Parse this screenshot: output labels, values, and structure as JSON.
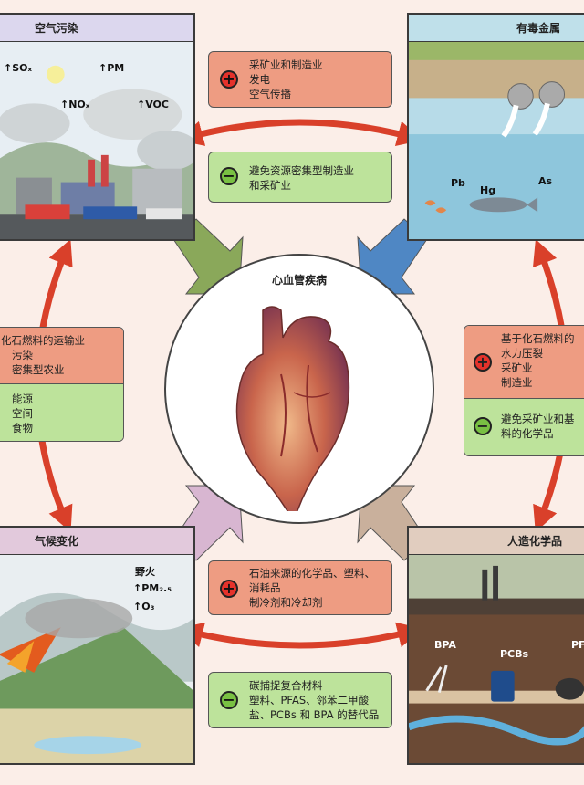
{
  "center": {
    "title": "心血管疾病"
  },
  "panels": {
    "air": {
      "title": "空气污染",
      "labels": [
        "↑SOₓ",
        "↑PM",
        "↑NOₓ",
        "↑VOC"
      ]
    },
    "metals": {
      "title": "有毒金属",
      "labels": [
        "Pb",
        "Hg",
        "As"
      ]
    },
    "climate": {
      "title": "气候变化",
      "labels": [
        "野火",
        "↑PM₂.₅",
        "↑O₃"
      ]
    },
    "chemicals": {
      "title": "人造化学品",
      "labels": [
        "BPA",
        "PCBs",
        "PFA"
      ]
    }
  },
  "boxes": {
    "top_plus": {
      "sign": "+",
      "lines": [
        "采矿业和制造业",
        "发电",
        "空气传播"
      ]
    },
    "top_minus": {
      "sign": "−",
      "lines": [
        "避免资源密集型制造业",
        "和采矿业"
      ]
    },
    "left_plus": {
      "sign": "+",
      "lines": [
        "化石燃料的运输业",
        "污染",
        "密集型农业"
      ]
    },
    "left_minus": {
      "sign": "−",
      "lines": [
        "能源",
        "空间",
        "食物"
      ]
    },
    "right_plus": {
      "sign": "+",
      "lines": [
        "基于化石燃料的",
        "水力压裂",
        "采矿业",
        "制造业"
      ]
    },
    "right_minus": {
      "sign": "−",
      "lines": [
        "避免采矿业和基",
        "料的化学品"
      ]
    },
    "bottom_plus": {
      "sign": "+",
      "lines": [
        "石油来源的化学品、塑料、",
        "消耗品",
        "制冷剂和冷却剂"
      ]
    },
    "bottom_minus": {
      "sign": "−",
      "lines": [
        "碳捕捉复合材料",
        "塑料、PFAS、邻苯二甲酸",
        "盐、PCBs 和 BPA 的替代品"
      ]
    }
  },
  "colors": {
    "air_header": "#dcd7ee",
    "metals_header": "#bfe0ea",
    "climate_header": "#e2c9dc",
    "chemicals_header": "#e1cdbf",
    "arrow_red": "#d9402a",
    "arrow_green": "#8aa85a",
    "arrow_blue": "#4f87c4",
    "arrow_pink": "#d8b6d1",
    "arrow_tan": "#c9b09c"
  }
}
